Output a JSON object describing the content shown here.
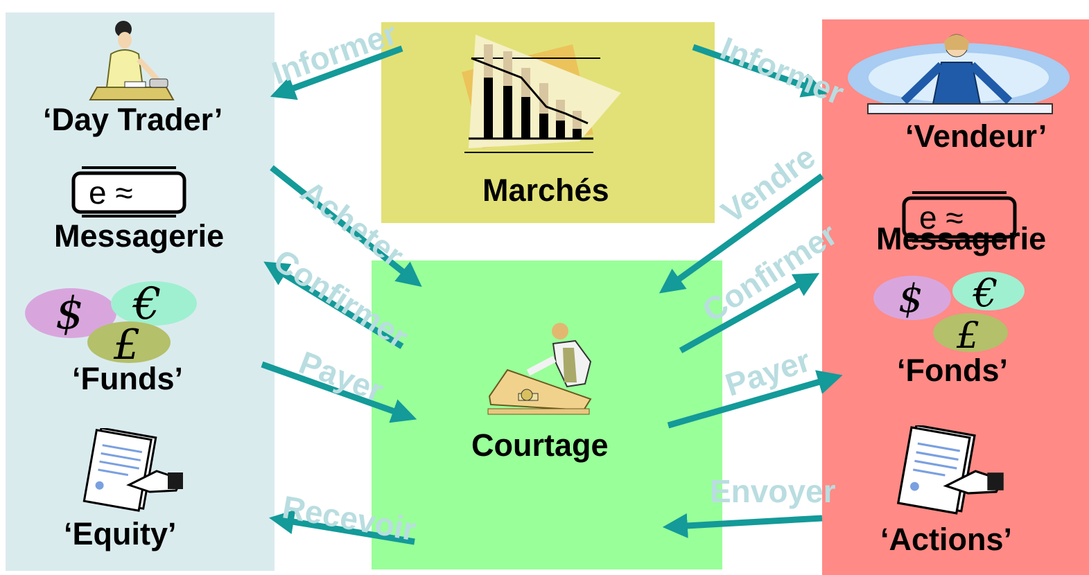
{
  "left": {
    "day_trader": "‘Day Trader’",
    "messaging": "Messagerie",
    "funds": "‘Funds’",
    "equity": "‘Equity’"
  },
  "markets": {
    "label": "Marchés"
  },
  "broker": {
    "label": "Courtage"
  },
  "right": {
    "seller": "‘Vendeur’",
    "messaging": "Messagerie",
    "funds": "‘Fonds’",
    "shares": "‘Actions’"
  },
  "verbs": {
    "inform_left": "Informer",
    "inform_right": "Informer",
    "buy": "Acheter",
    "sell": "Vendre",
    "confirm_left": "Confirmer",
    "confirm_right": "Confirmer",
    "pay_left": "Payer",
    "pay_right": "Payer",
    "receive": "Recevoir",
    "send": "Envoyer"
  },
  "currency_symbols": {
    "dollar": "$",
    "euro": "€",
    "pound": "£"
  },
  "email_glyph": "e ≈",
  "colors": {
    "left_panel": "#daebee",
    "markets_panel": "#e2e177",
    "broker_panel": "#99ff99",
    "right_panel": "#ff8a86",
    "arrow": "#139a99",
    "verb_text": "#b9dde0"
  }
}
